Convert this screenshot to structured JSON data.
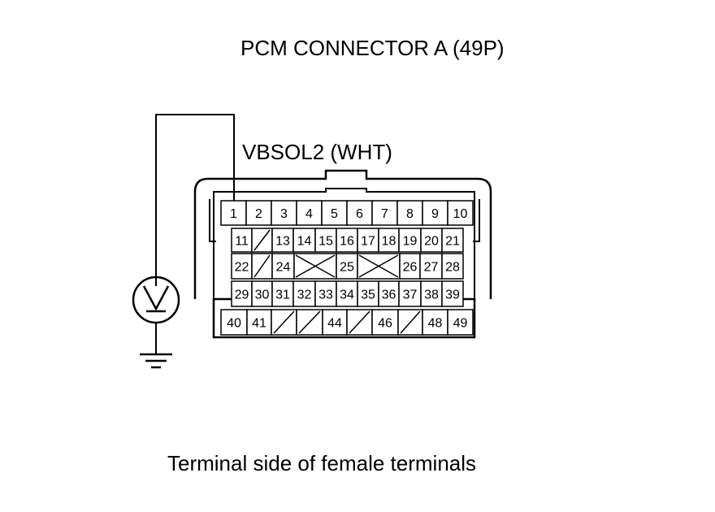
{
  "title": "PCM CONNECTOR A (49P)",
  "wire_label": "VBSOL2 (WHT)",
  "caption": "Terminal side of female terminals",
  "meter_icon": "voltmeter-icon",
  "ground_icon": "ground-icon",
  "probe_terminal": "1",
  "connector": {
    "rows": [
      [
        "1",
        "2",
        "3",
        "4",
        "5",
        "6",
        "7",
        "8",
        "9",
        "10"
      ],
      [
        "11",
        "",
        "13",
        "14",
        "15",
        "16",
        "17",
        "18",
        "19",
        "20",
        "21"
      ],
      [
        "22",
        "",
        "24",
        "",
        "25",
        "",
        "26",
        "27",
        "28"
      ],
      [
        "29",
        "30",
        "31",
        "32",
        "33",
        "34",
        "35",
        "36",
        "37",
        "38",
        "39"
      ],
      [
        "40",
        "41",
        "",
        "",
        "44",
        "",
        "46",
        "",
        "48",
        "49"
      ]
    ]
  }
}
